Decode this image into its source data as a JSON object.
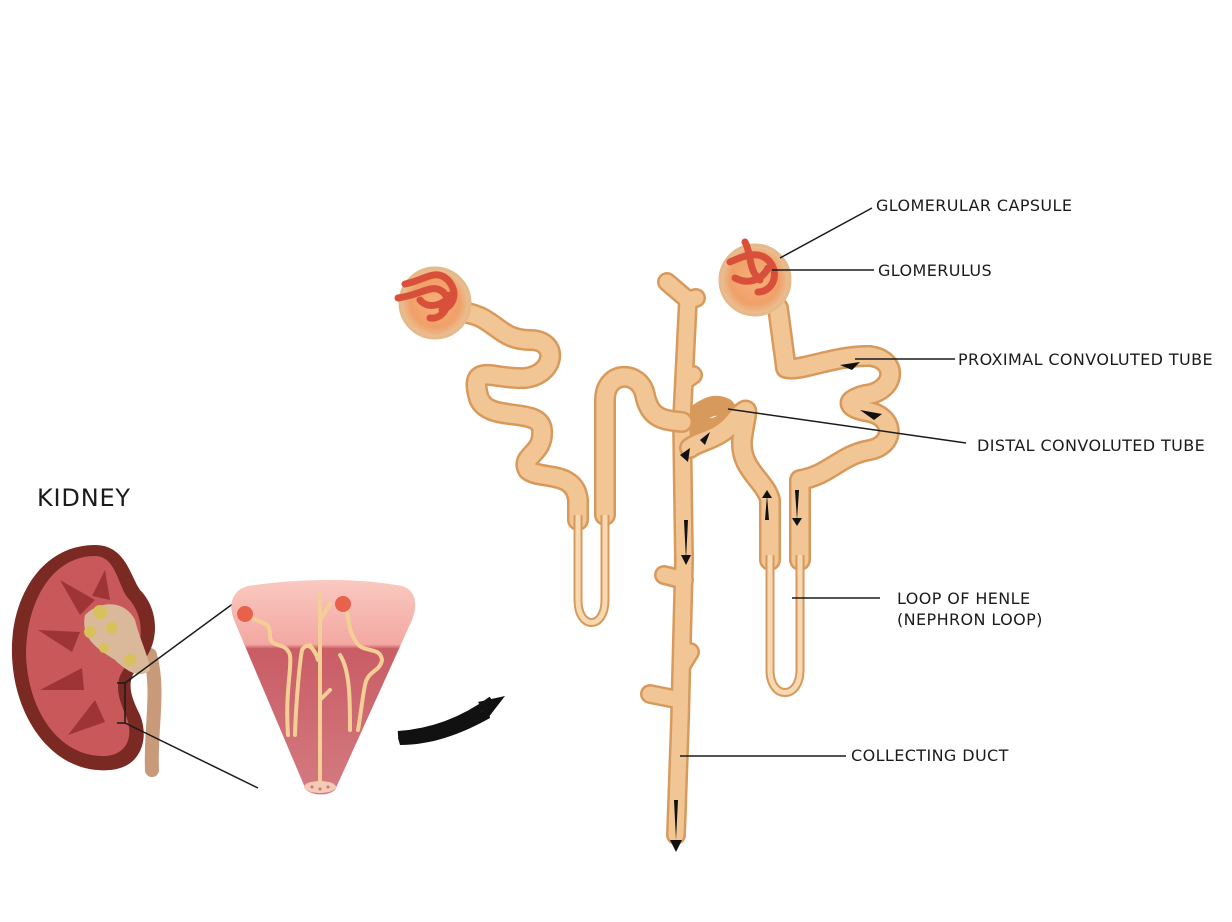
{
  "title": "KIDNEY",
  "labels": {
    "glomerular_capsule": "GLOMERULAR CAPSULE",
    "glomerulus": "GLOMERULUS",
    "proximal": "PROXIMAL CONVOLUTED TUBE",
    "distal": "DISTAL CONVOLUTED TUBE",
    "loop_line1": "LOOP OF HENLE",
    "loop_line2": "(NEPHRON LOOP)",
    "collecting": "COLLECTING DUCT"
  },
  "colors": {
    "tubule": "#f2c594",
    "tubule_edge": "#d89a5c",
    "vessel": "#d8503a",
    "kidney_cortex": "#7a2a22",
    "kidney_medulla": "#b8474a",
    "wedge_top": "#f6b8b0",
    "wedge_bottom": "#c85a62",
    "ink": "#1b1b1b"
  },
  "icons": [
    "arrow-curve-icon",
    "flow-arrow-icon"
  ]
}
